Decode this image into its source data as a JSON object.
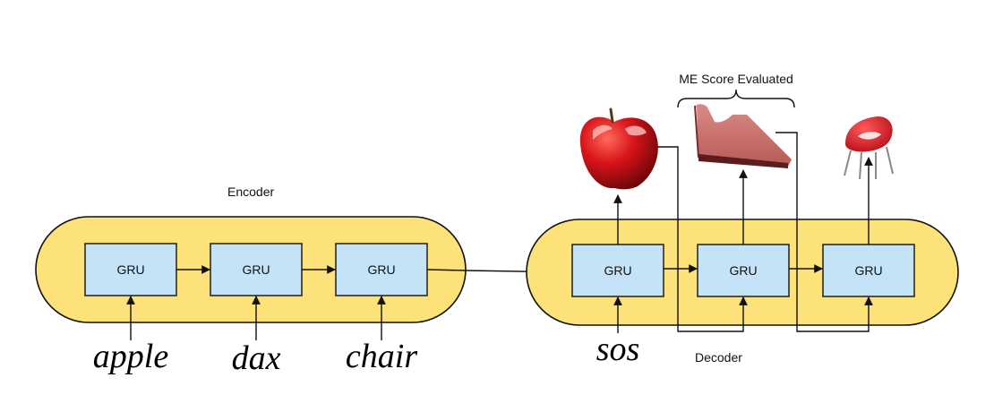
{
  "encoder": {
    "label": "Encoder",
    "cells": [
      "GRU",
      "GRU",
      "GRU"
    ],
    "inputs": [
      "apple",
      "dax",
      "chair"
    ]
  },
  "decoder": {
    "label": "Decoder",
    "cells": [
      "GRU",
      "GRU",
      "GRU"
    ],
    "start_token": "sos",
    "outputs": [
      "apple-image",
      "dax-object-image",
      "chair-image"
    ]
  },
  "annotation": "ME Score Evaluated",
  "colors": {
    "capsule_fill": "#fde27a",
    "cell_fill": "#c5e3f6",
    "stroke": "#111111"
  }
}
